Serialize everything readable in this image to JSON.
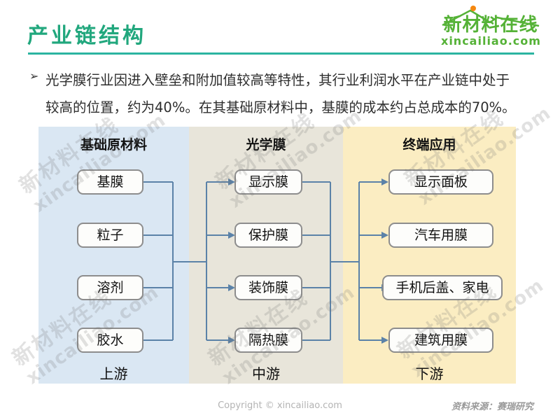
{
  "page": {
    "title": "产业链结构"
  },
  "logo": {
    "name": "新材料在线",
    "domain": "xincailiao.com"
  },
  "bullet": {
    "marker": "➢",
    "line1": "光学膜行业因进入壁垒和附加值较高等特性，其行业利润水平在产业链中处于",
    "line2": "较高的位置，约为40%。在其基础原材料中，基膜的成本约占总成本的70%。"
  },
  "diagram": {
    "columns": [
      {
        "header": "基础原材料",
        "stage": "上游",
        "bg": "#dae7f3",
        "items": [
          "基膜",
          "粒子",
          "溶剂",
          "胶水"
        ]
      },
      {
        "header": "光学膜",
        "stage": "中游",
        "bg": "#e8e5da",
        "items": [
          "显示膜",
          "保护膜",
          "装饰膜",
          "隔热膜"
        ]
      },
      {
        "header": "终端应用",
        "stage": "下游",
        "bg": "#fbedc2",
        "items": [
          "显示面板",
          "汽车用膜",
          "手机后盖、家电",
          "建筑用膜"
        ]
      }
    ],
    "connector_color": "#5b82a8"
  },
  "watermark": {
    "line1": "新材料在线",
    "line2": "xincailiao.com"
  },
  "footer": {
    "copyright": "Copyright © xincailiao.com",
    "source": "资料来源：赛瑞研究"
  },
  "colors": {
    "title_green": "#21a77d",
    "rule_teal": "#2cb4a1",
    "logo_green": "#55b237",
    "sun_orange": "#f5870f",
    "column_blue": "#dae7f3",
    "column_beige": "#e8e5da",
    "column_yellow": "#fbedc2",
    "connector_blue": "#5b82a8",
    "box_border_gray": "#8d8d8d"
  }
}
